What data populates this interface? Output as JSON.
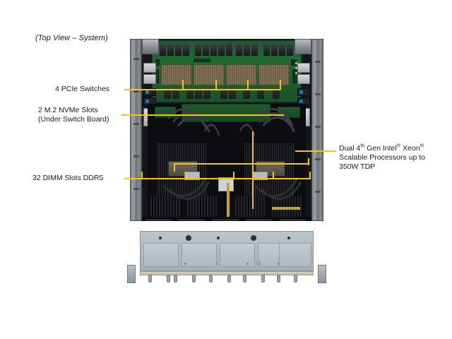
{
  "figure": {
    "caption": "(Top View – System)",
    "accent_color": "#FFC20E",
    "background_color": "#FFFFFF"
  },
  "callouts": [
    {
      "id": "pcie-switches",
      "line1": "4 PCIe Switches",
      "line2": "",
      "line3": "",
      "count": 4,
      "component": "PCIe Switches",
      "side": "left"
    },
    {
      "id": "m2-nvme-slots",
      "line1": "2 M.2 NVMe Slots",
      "line2": "(Under Switch Board)",
      "line3": "",
      "count": 2,
      "component": "M.2 NVMe Slots",
      "side": "left"
    },
    {
      "id": "dimm-slots",
      "line1": "32 DIMM Slots DDR5",
      "line2": "",
      "line3": "",
      "count": 32,
      "component": "DIMM Slots DDR5",
      "side": "left"
    },
    {
      "id": "cpu-processors",
      "line1_a": "Dual 4",
      "line1_sup": "th",
      "line1_b": " Gen Intel",
      "line1_reg1": "®",
      "line1_c": "  Xeon",
      "line1_reg2": "®",
      "line2": "Scalable Processors up to",
      "line3": "350W TDP",
      "count": 2,
      "component": "Intel Xeon Scalable Processors",
      "tdp": "350W TDP",
      "side": "right"
    }
  ],
  "hardware": {
    "view": "Top View",
    "chassis_type": "rackmount server",
    "regions": {
      "switch_board": "green PCB with PCIe switch heatsinks",
      "mid_board": "mainboard with dual CPU heatsinks, DIMM banks and cable bundles",
      "fan_wall": "fan module row",
      "bottom_panel": "gray sheet-metal cover panel"
    },
    "pcie_switch_count": 4,
    "cpu_heatsink_count": 2,
    "dimm_bank_count": 4,
    "fan_module_count": 5
  }
}
